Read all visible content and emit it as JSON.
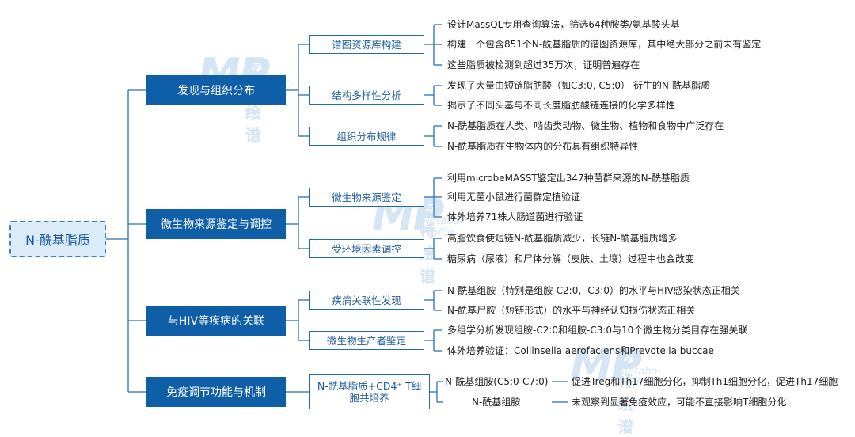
{
  "root": "N-酰基脂质",
  "branches": [
    {
      "label": "发现与组织分布",
      "groups": [
        {
          "label": "谱图资源库构建",
          "leaves": [
            "设计MassQL专用查询算法，筛选64种胺类/氨基酸头基",
            "构建一个包含851个N-酰基脂质的谱图资源库，其中绝大部分之前未有鉴定",
            "这些脂质被检测到超过35万次，证明普遍存在"
          ]
        },
        {
          "label": "结构多样性分析",
          "leaves": [
            "发现了大量由短链脂肪酸（如C3:0, C5:0） 衍生的N-酰基脂质",
            "揭示了不同头基与不同长度脂肪酸链连接的化学多样性"
          ]
        },
        {
          "label": "组织分布规律",
          "leaves": [
            "N-酰基脂质在人类、啮齿类动物、微生物、植物和食物中广泛存在",
            "N-酰基脂质在生物体内的分布具有组织特异性"
          ]
        }
      ]
    },
    {
      "label": "微生物来源鉴定与调控",
      "groups": [
        {
          "label": "微生物来源鉴定",
          "leaves": [
            "利用microbeMASST鉴定出347种菌群来源的N-酰基脂质",
            "利用无菌小鼠进行菌群定植验证",
            "体外培养71株人肠道菌进行验证"
          ]
        },
        {
          "label": "受环境因素调控",
          "leaves": [
            "高脂饮食使短链N-酰基脂质减少，长链N-酰基脂质增多",
            "糖尿病（尿液）和尸体分解（皮肤、土壤）过程中也会改变"
          ]
        }
      ]
    },
    {
      "label": "与HIV等疾病的关联",
      "groups": [
        {
          "label": "疾病关联性发现",
          "leaves": [
            "N-酰基组胺（特别是组胺-C2:0, -C3:0）的水平与HIV感染状态正相关",
            "N-酰基尸胺（短链形式）的水平与神经认知损伤状态正相关"
          ]
        },
        {
          "label": "微生物生产者鉴定",
          "leaves": [
            "多组学分析发现组胺-C2:0和组胺-C3:0与10个微生物分类目存在强关联",
            "体外培养验证：Collinsella aerofaciens和Prevotella buccae"
          ]
        }
      ]
    },
    {
      "label": "免疫调节功能与机制",
      "groups": [
        {
          "label_line1": "N-酰基脂质+CD4⁺ T细",
          "label_line2": "胞共培养",
          "subs": [
            {
              "name": "N-酰基组胺(C5:0-C7:0)",
              "result": "促进Treg和Th17细胞分化，抑制Th1细胞分化，促进Th17细胞"
            },
            {
              "name": "N-酰基组胺",
              "result": "未观察到显著免疫效应，可能不直接影响T细胞分化"
            }
          ]
        }
      ]
    }
  ],
  "watermark": {
    "logo": "MP",
    "cn": "麦特绘谱",
    "en": "Metabo-Profile"
  },
  "colors": {
    "primary": "#0f5ea8",
    "secondary_border": "#1e6bb8",
    "line": "#2a6fb5",
    "root_fill": "#dcebf8"
  }
}
